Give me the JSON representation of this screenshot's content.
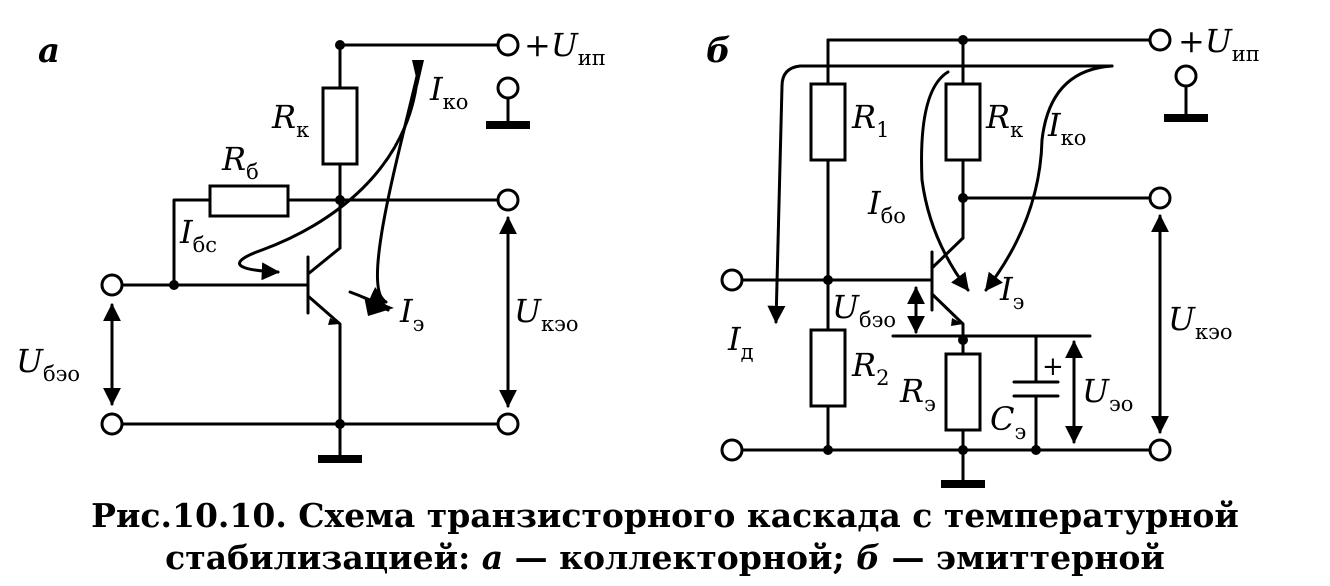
{
  "panel_a": {
    "label": "а",
    "supply": {
      "sym": "+U",
      "sub": "ип"
    },
    "Rk": {
      "sym": "R",
      "sub": "к"
    },
    "Rb": {
      "sym": "R",
      "sub": "б"
    },
    "Iko": {
      "sym": "I",
      "sub": "ко"
    },
    "Ibc": {
      "sym": "I",
      "sub": "бс"
    },
    "Ie": {
      "sym": "I",
      "sub": "э"
    },
    "Ubeo": {
      "sym": "U",
      "sub": "бэо"
    },
    "Ukeo": {
      "sym": "U",
      "sub": "кэо"
    }
  },
  "panel_b": {
    "label": "б",
    "supply": {
      "sym": "+U",
      "sub": "ип"
    },
    "R1": {
      "sym": "R",
      "sub": "1"
    },
    "Rk": {
      "sym": "R",
      "sub": "к"
    },
    "Iko": {
      "sym": "I",
      "sub": "ко"
    },
    "Ibo": {
      "sym": "I",
      "sub": "бо"
    },
    "Ie": {
      "sym": "I",
      "sub": "э"
    },
    "Ubeo": {
      "sym": "U",
      "sub": "бэо"
    },
    "Id": {
      "sym": "I",
      "sub": "д"
    },
    "R2": {
      "sym": "R",
      "sub": "2"
    },
    "Re": {
      "sym": "R",
      "sub": "э"
    },
    "Ce": {
      "sym": "C",
      "sub": "э"
    },
    "Ueo": {
      "sym": "U",
      "sub": "эо"
    },
    "Ukeo": {
      "sym": "U",
      "sub": "кэо"
    },
    "plus": "+"
  },
  "caption": {
    "line1": "Рис.10.10. Схема транзисторного каскада с температурной",
    "line2_start": "стабилизацией: ",
    "line2_a": "а",
    "line2_mid": " — коллекторной;  ",
    "line2_b": "б",
    "line2_end": " — эмиттерной"
  }
}
